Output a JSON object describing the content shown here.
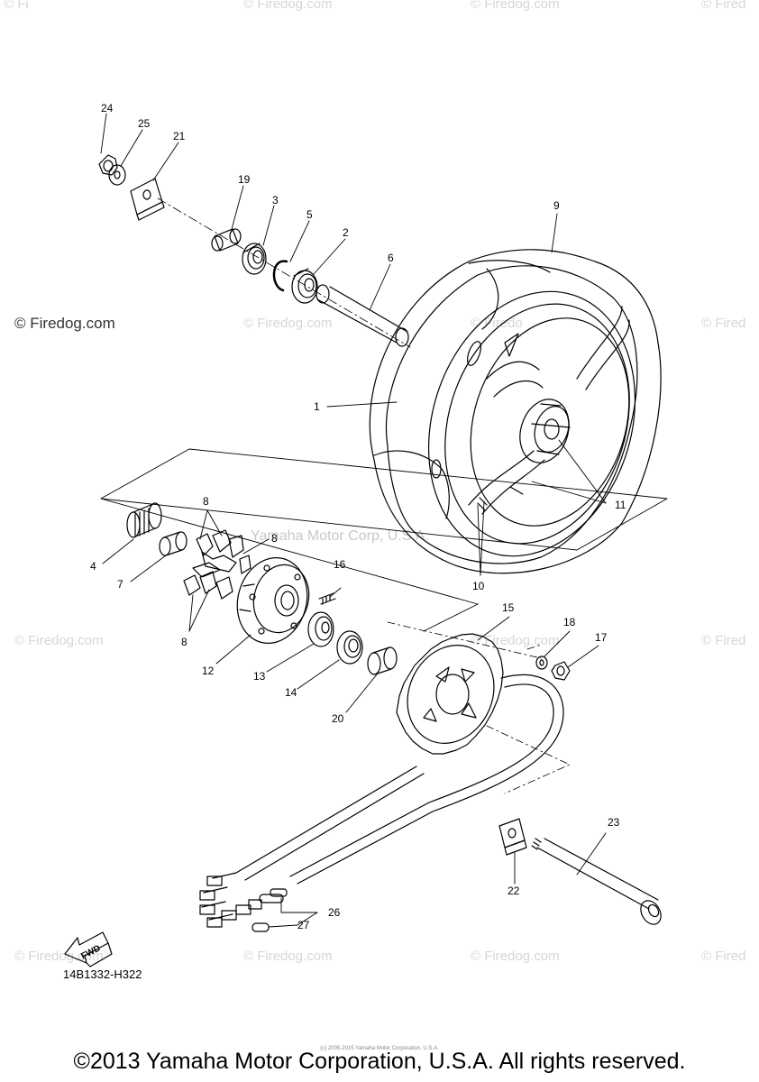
{
  "watermarks": {
    "site": "© Firedog.com",
    "site_short": "© Fired",
    "site_cut": "© Fi",
    "site_tail": "© Firedo",
    "corner_left": "© Firedog.com",
    "yamaha_center": "Yamaha Motor Corp, U.S.A."
  },
  "callouts": {
    "c1": "1",
    "c2": "2",
    "c3": "3",
    "c5": "5",
    "c6": "6",
    "c7": "7",
    "c8a": "8",
    "c8b": "8",
    "c8c": "8",
    "c9": "9",
    "c10": "10",
    "c11": "11",
    "c12": "12",
    "c13": "13",
    "c14": "14",
    "c15": "15",
    "c16": "16",
    "c17": "17",
    "c18": "18",
    "c19": "19",
    "c20": "20",
    "c21": "21",
    "c22": "22",
    "c23": "23",
    "c24": "24",
    "c25": "25",
    "c26": "26",
    "c27": "27",
    "c4": "4"
  },
  "fwd_label": "FWD",
  "diagram_code": "14B1332-H322",
  "copyright": "©2013 Yamaha Motor Corporation, U.S.A. All rights reserved.",
  "fine_print": "(c) 2005-2015 Yamaha Motor Corporation, U.S.A."
}
